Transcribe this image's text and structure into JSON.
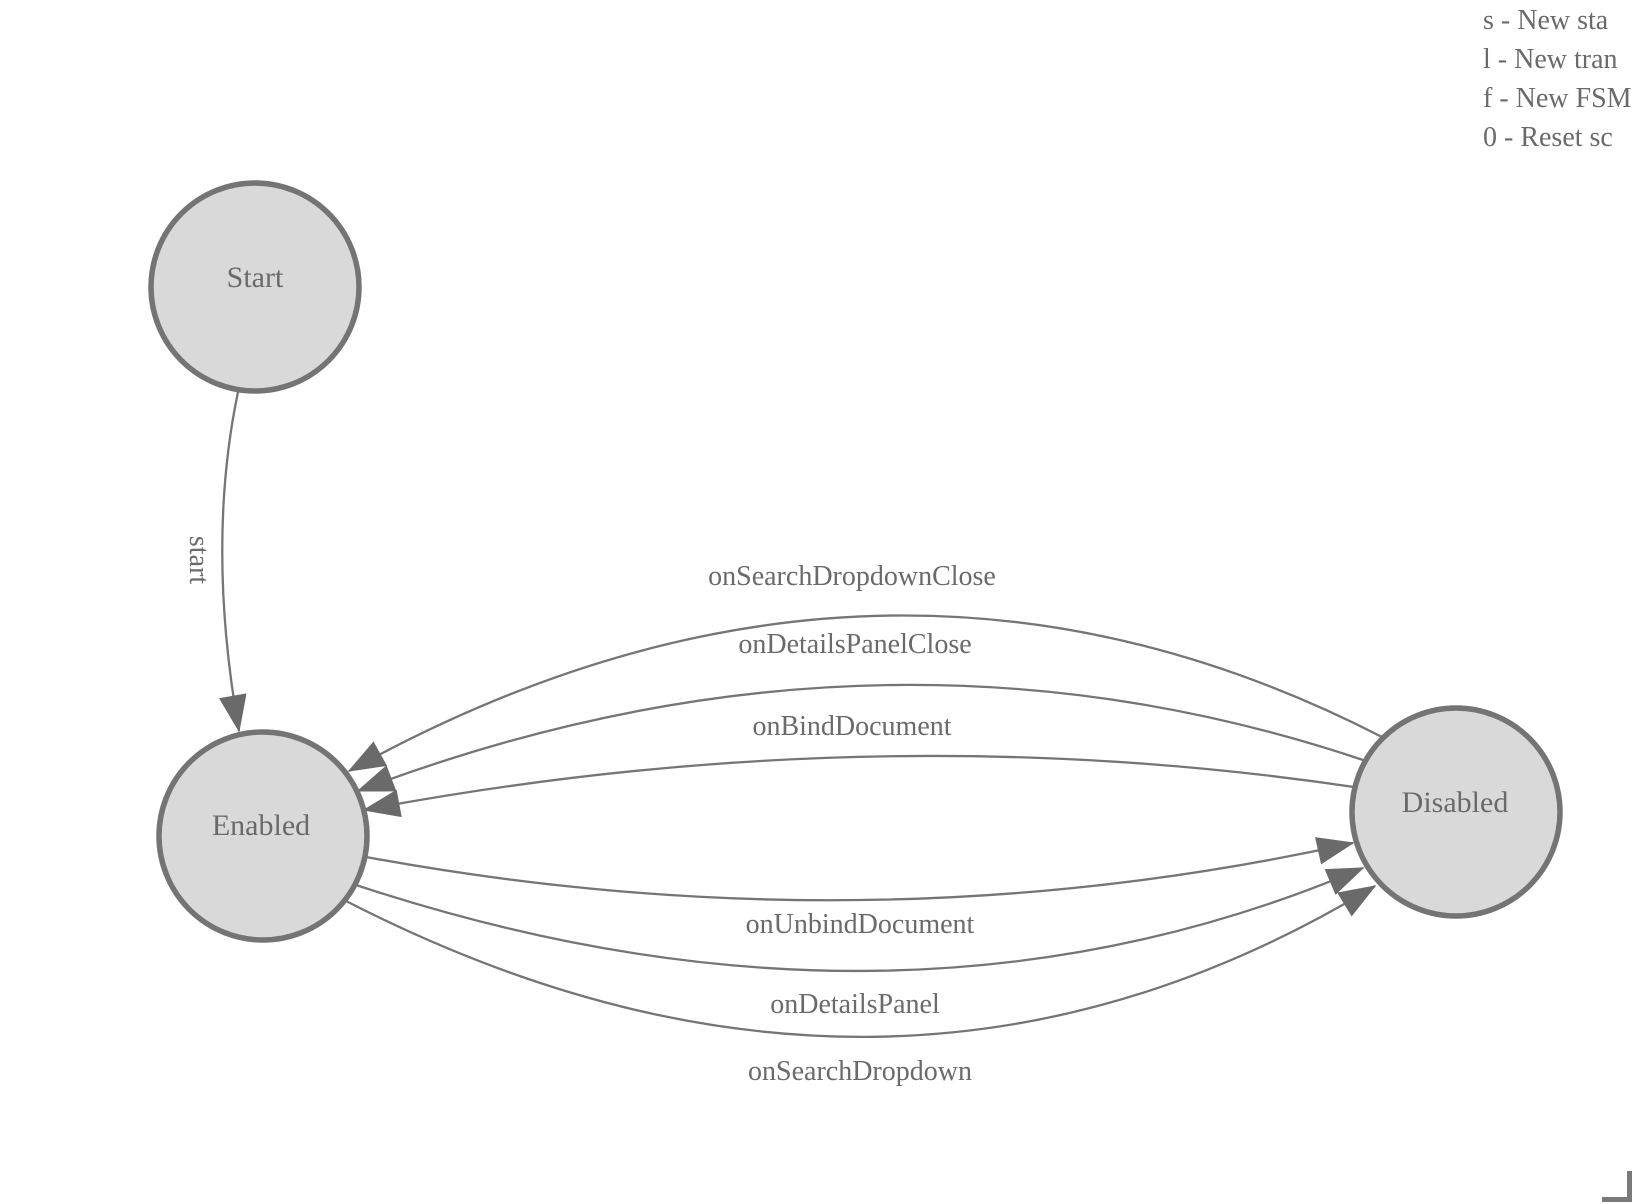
{
  "diagram": {
    "type": "fsm-state-diagram",
    "states": [
      {
        "label": "Start"
      },
      {
        "label": "Enabled"
      },
      {
        "label": "Disabled"
      }
    ],
    "transitions": [
      {
        "label": "start",
        "from": "Start",
        "to": "Enabled"
      },
      {
        "label": "onSearchDropdownClose",
        "from": "Disabled",
        "to": "Enabled"
      },
      {
        "label": "onDetailsPanelClose",
        "from": "Disabled",
        "to": "Enabled"
      },
      {
        "label": "onBindDocument",
        "from": "Disabled",
        "to": "Enabled"
      },
      {
        "label": "onUnbindDocument",
        "from": "Enabled",
        "to": "Disabled"
      },
      {
        "label": "onDetailsPanel",
        "from": "Enabled",
        "to": "Disabled"
      },
      {
        "label": "onSearchDropdown",
        "from": "Enabled",
        "to": "Disabled"
      }
    ]
  },
  "legend": {
    "lines": [
      "s - New sta",
      "l - New tran",
      "f - New FSM",
      "0 - Reset sc"
    ]
  },
  "colors": {
    "background": "#ffffff",
    "state_fill": "#d9d9d9",
    "state_border": "#747474",
    "edge_line": "#757575",
    "arrowhead": "#6a6a6a",
    "label_text": "#6a6a6a"
  }
}
